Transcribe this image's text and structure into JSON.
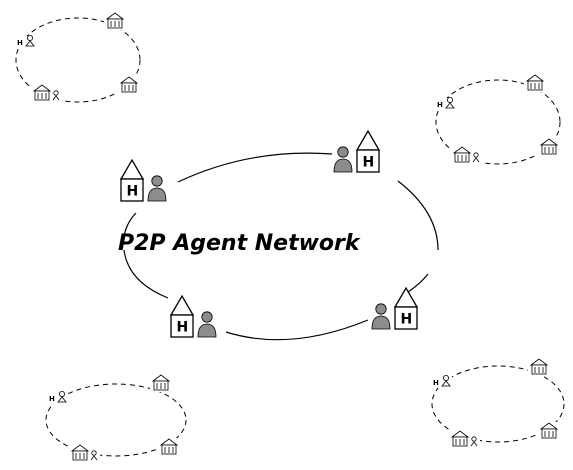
{
  "diagram": {
    "title": "P2P Agent Network",
    "node_letter": "H",
    "colors": {
      "line": "#000000",
      "person_fill": "#8c8c8c",
      "house_fill": "#ffffff",
      "background": "#ffffff"
    },
    "main_ring": {
      "node_count": 4,
      "node_type": "house-with-agent",
      "line_style": "solid"
    },
    "small_networks": {
      "count": 4,
      "nodes_per_network": 4,
      "line_style": "dashed"
    }
  }
}
